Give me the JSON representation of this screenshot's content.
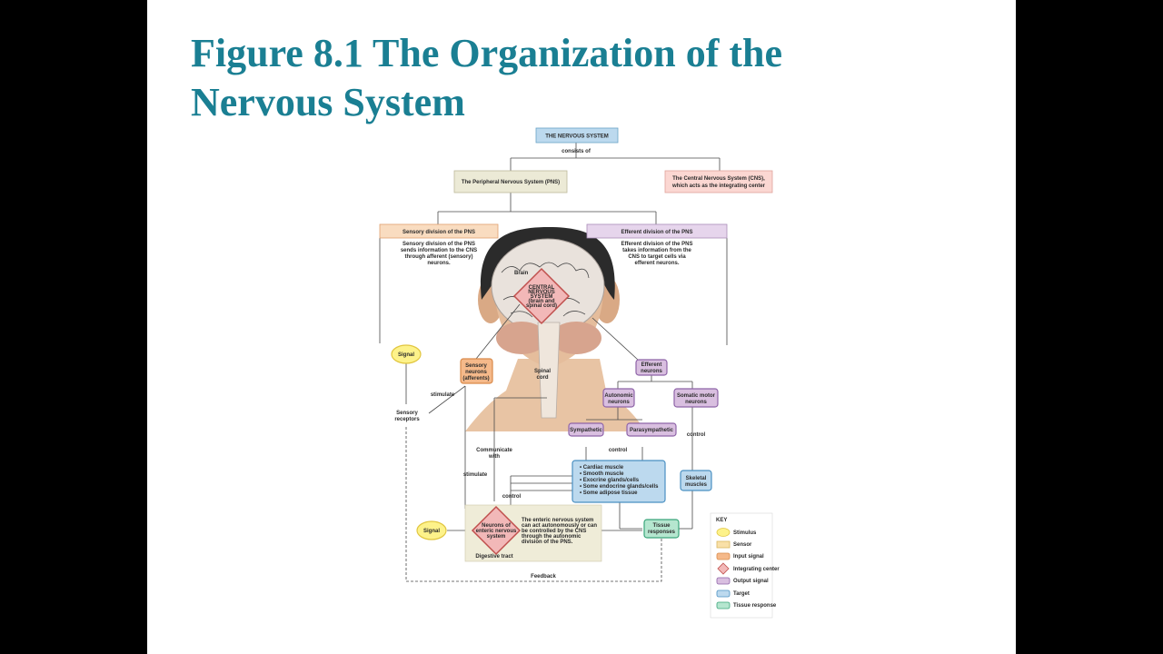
{
  "slide": {
    "title_line1": "Figure 8.1 The Organization of the",
    "title_line2": "Nervous System"
  },
  "diagram": {
    "nervous_system": "THE NERVOUS SYSTEM",
    "consists_of": "consists of",
    "pns": "The Peripheral Nervous System (PNS)",
    "cns_line1": "The Central Nervous System (CNS),",
    "cns_line2": "which acts as the integrating center",
    "sensory_div_title": "Sensory division of the PNS",
    "sensory_div_text": [
      "Sensory division of the PNS",
      "sends information to the CNS",
      "through afferent (sensory)",
      "neurons."
    ],
    "efferent_div_title": "Efferent division of the PNS",
    "efferent_div_text": [
      "Efferent division of the PNS",
      "takes information from the",
      "CNS to target cells via",
      "efferent neurons."
    ],
    "brain": "Brain",
    "cns_center": [
      "CENTRAL",
      "NERVOUS",
      "SYSTEM",
      "(brain and",
      "spinal cord)"
    ],
    "spinal_cord": [
      "Spinal",
      "cord"
    ],
    "signal": "Signal",
    "sensory_neurons": [
      "Sensory",
      "neurons",
      "(afferents)"
    ],
    "stimulate": "stimulate",
    "sensory_receptors": [
      "Sensory",
      "receptors"
    ],
    "efferent_neurons": [
      "Efferent",
      "neurons"
    ],
    "autonomic_neurons": [
      "Autonomic",
      "neurons"
    ],
    "somatic_motor_neurons": [
      "Somatic motor",
      "neurons"
    ],
    "sympathetic": "Sympathetic",
    "parasympathetic": "Parasympathetic",
    "control": "control",
    "communicate_with": [
      "Communicate",
      "with"
    ],
    "targets": [
      "• Cardiac muscle",
      "• Smooth muscle",
      "• Exocrine glands/cells",
      "• Some endocrine glands/cells",
      "• Some adipose tissue"
    ],
    "skeletal_muscles": [
      "Skeletal",
      "muscles"
    ],
    "enteric_neurons": [
      "Neurons of",
      "enteric nervous",
      "system"
    ],
    "enteric_text": [
      "The enteric nervous system",
      "can act autonomously or can",
      "be controlled by the CNS",
      "through the autonomic",
      "division of the PNS."
    ],
    "digestive_tract": "Digestive tract",
    "tissue_responses": [
      "Tissue",
      "responses"
    ],
    "feedback": "Feedback"
  },
  "key": {
    "title": "KEY",
    "items": [
      {
        "label": "Stimulus",
        "color": "#fdf28a"
      },
      {
        "label": "Sensor",
        "color": "#f9e0a8"
      },
      {
        "label": "Input signal",
        "color": "#f5b98a"
      },
      {
        "label": "Integrating center",
        "color": "#f2b8b8"
      },
      {
        "label": "Output signal",
        "color": "#d9bfe0"
      },
      {
        "label": "Target",
        "color": "#bcd9ee"
      },
      {
        "label": "Tissue response",
        "color": "#b5e6cf"
      }
    ]
  }
}
